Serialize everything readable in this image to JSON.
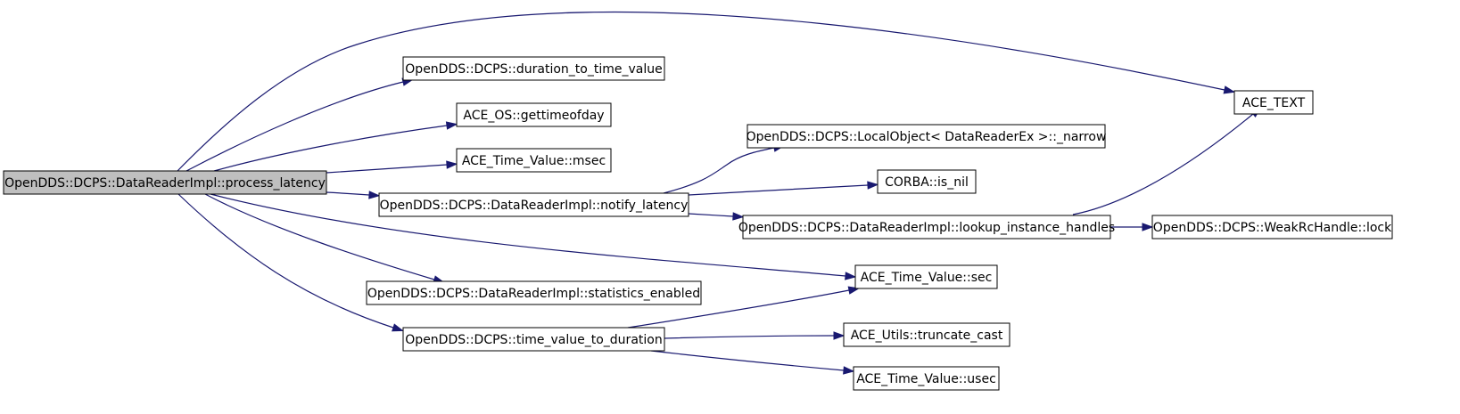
{
  "diagram": {
    "nodes": [
      {
        "id": "process_latency",
        "label": "OpenDDS::DCPS::DataReaderImpl::process_latency",
        "root": true
      },
      {
        "id": "ace_text",
        "label": "ACE_TEXT"
      },
      {
        "id": "duration_to_time_value",
        "label": "OpenDDS::DCPS::duration_to_time_value"
      },
      {
        "id": "gettimeofday",
        "label": "ACE_OS::gettimeofday"
      },
      {
        "id": "msec",
        "label": "ACE_Time_Value::msec"
      },
      {
        "id": "notify_latency",
        "label": "OpenDDS::DCPS::DataReaderImpl::notify_latency"
      },
      {
        "id": "narrow",
        "label": "OpenDDS::DCPS::LocalObject< DataReaderEx >::_narrow"
      },
      {
        "id": "is_nil",
        "label": "CORBA::is_nil"
      },
      {
        "id": "lookup_instance_handles",
        "label": "OpenDDS::DCPS::DataReaderImpl::lookup_instance_handles"
      },
      {
        "id": "lock",
        "label": "OpenDDS::DCPS::WeakRcHandle::lock"
      },
      {
        "id": "sec",
        "label": "ACE_Time_Value::sec"
      },
      {
        "id": "statistics_enabled",
        "label": "OpenDDS::DCPS::DataReaderImpl::statistics_enabled"
      },
      {
        "id": "time_value_to_duration",
        "label": "OpenDDS::DCPS::time_value_to_duration"
      },
      {
        "id": "truncate_cast",
        "label": "ACE_Utils::truncate_cast"
      },
      {
        "id": "usec",
        "label": "ACE_Time_Value::usec"
      }
    ],
    "edges": [
      {
        "from": "process_latency",
        "to": "ace_text"
      },
      {
        "from": "process_latency",
        "to": "duration_to_time_value"
      },
      {
        "from": "process_latency",
        "to": "gettimeofday"
      },
      {
        "from": "process_latency",
        "to": "msec"
      },
      {
        "from": "process_latency",
        "to": "notify_latency"
      },
      {
        "from": "process_latency",
        "to": "sec"
      },
      {
        "from": "process_latency",
        "to": "statistics_enabled"
      },
      {
        "from": "process_latency",
        "to": "time_value_to_duration"
      },
      {
        "from": "notify_latency",
        "to": "narrow"
      },
      {
        "from": "notify_latency",
        "to": "is_nil"
      },
      {
        "from": "notify_latency",
        "to": "lookup_instance_handles"
      },
      {
        "from": "lookup_instance_handles",
        "to": "ace_text"
      },
      {
        "from": "lookup_instance_handles",
        "to": "lock"
      },
      {
        "from": "time_value_to_duration",
        "to": "sec"
      },
      {
        "from": "time_value_to_duration",
        "to": "truncate_cast"
      },
      {
        "from": "time_value_to_duration",
        "to": "usec"
      }
    ],
    "colors": {
      "edge": "#191970",
      "root_fill": "#bfbfbf",
      "node_fill": "#ffffff",
      "node_stroke": "#000000"
    }
  }
}
